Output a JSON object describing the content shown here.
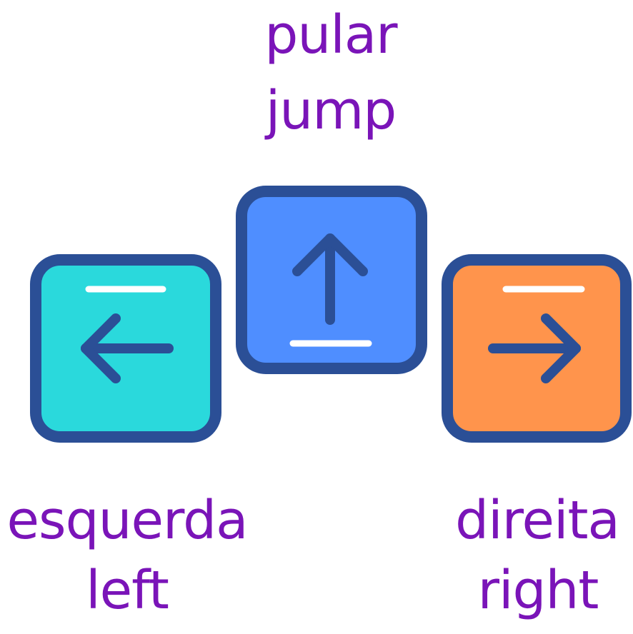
{
  "colors": {
    "label_text": "#7a14b8",
    "key_border": "#2b4f96",
    "left_key_fill": "#2ad9dc",
    "up_key_fill": "#4f8eff",
    "right_key_fill": "#ff944c",
    "highlight": "#ffffff"
  },
  "keys": [
    {
      "id": "left",
      "icon": "arrow-left-icon",
      "label_pt": "esquerda",
      "label_en": "left"
    },
    {
      "id": "up",
      "icon": "arrow-up-icon",
      "label_pt": "pular",
      "label_en": "jump"
    },
    {
      "id": "right",
      "icon": "arrow-right-icon",
      "label_pt": "direita",
      "label_en": "right"
    }
  ]
}
